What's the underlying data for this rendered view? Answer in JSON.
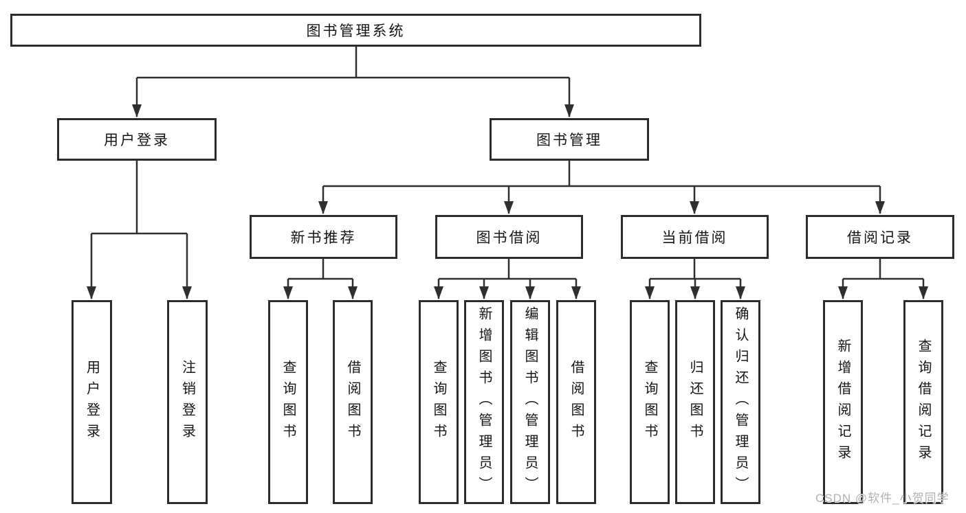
{
  "nodes": {
    "root": "图书管理系统",
    "level2": [
      "用户登录",
      "图书管理"
    ],
    "level3": [
      "新书推荐",
      "图书借阅",
      "当前借阅",
      "借阅记录"
    ],
    "leaves": {
      "user": [
        "用户登录",
        "注销登录"
      ],
      "recommend": [
        "查询图书",
        "借阅图书"
      ],
      "borrow": [
        "查询图书",
        "新增图书（管理员）",
        "编辑图书（管理员）",
        "借阅图书"
      ],
      "current": [
        "查询图书",
        "归还图书",
        "确认归还（管理员）"
      ],
      "records": [
        "新增借阅记录",
        "查询借阅记录"
      ]
    }
  },
  "watermark": "CSDN @软件_小贺同学",
  "colors": {
    "line": "#2f2f2f",
    "box_border": "#2c2c2c",
    "text": "#151515",
    "watermark": "#b0b0b0",
    "background": "#ffffff"
  }
}
